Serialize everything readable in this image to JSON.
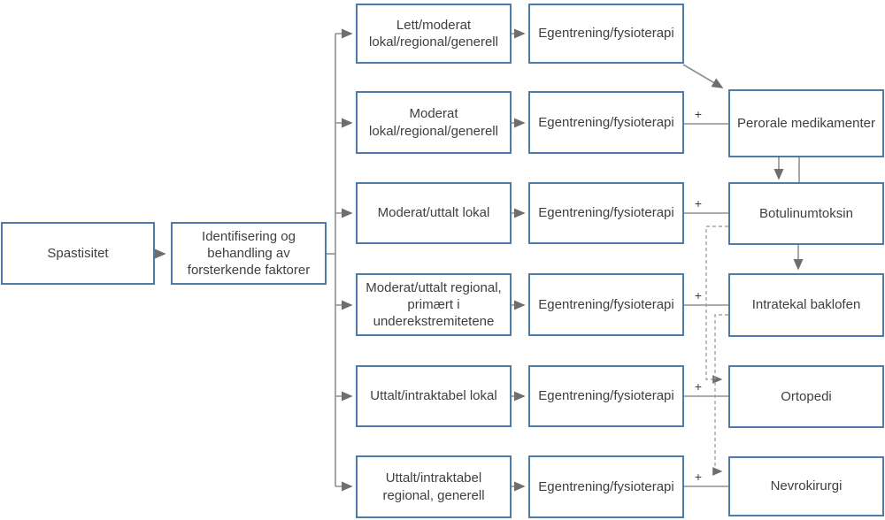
{
  "diagram": {
    "language": "Norwegian",
    "plus_label": "+",
    "nodes": {
      "start": {
        "label": "Spastisitet"
      },
      "identify": {
        "label": "Identifisering og behandling av forsterkende faktorer"
      },
      "treatments": {
        "perorale": {
          "label": "Perorale medikamenter"
        },
        "botulinum": {
          "label": "Botulinumtoksin"
        },
        "intratekal": {
          "label": "Intratekal baklofen"
        },
        "ortopedi": {
          "label": "Ortopedi"
        },
        "nevrokirurgi": {
          "label": "Nevrokirurgi"
        }
      }
    },
    "rows": [
      {
        "severity": "Lett/moderat lokal/regional/generell",
        "therapy": "Egentrening/fysioterapi"
      },
      {
        "severity": "Moderat lokal/regional/generell",
        "therapy": "Egentrening/fysioterapi"
      },
      {
        "severity": "Moderat/uttalt lokal",
        "therapy": "Egentrening/fysioterapi"
      },
      {
        "severity": "Moderat/uttalt regional, primært i underekstremitetene",
        "therapy": "Egentrening/fysioterapi"
      },
      {
        "severity": "Uttalt/intraktabel lokal",
        "therapy": "Egentrening/fysioterapi"
      },
      {
        "severity": "Uttalt/intraktabel regional, generell",
        "therapy": "Egentrening/fysioterapi"
      }
    ],
    "colors": {
      "box_border": "#4e7caa",
      "line": "#8f8f8f",
      "dashed_line": "#a3a3a3",
      "arrowhead": "#6e6e6e",
      "text": "#3f3f3f",
      "background": "#ffffff"
    }
  }
}
